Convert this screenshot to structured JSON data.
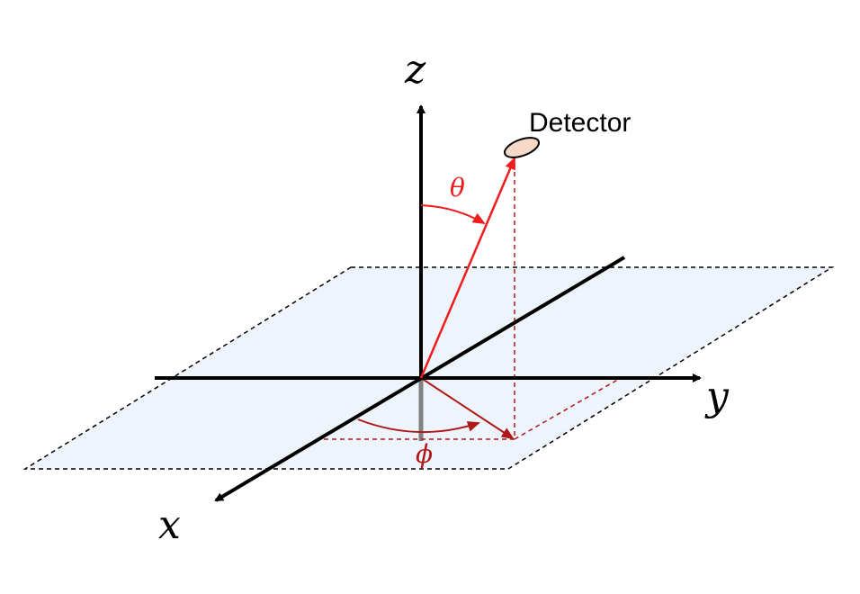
{
  "labels": {
    "z_axis": "z",
    "y_axis": "y",
    "x_axis": "x",
    "theta": "θ",
    "phi": "ϕ",
    "detector": "Detector"
  },
  "colors": {
    "plane_fill": "#eef4fb",
    "axis": "#000000",
    "vector": "#ee1c1c",
    "projection": "#b01818",
    "detector_fill": "#f6d9c8",
    "gray_segment": "#808080"
  }
}
